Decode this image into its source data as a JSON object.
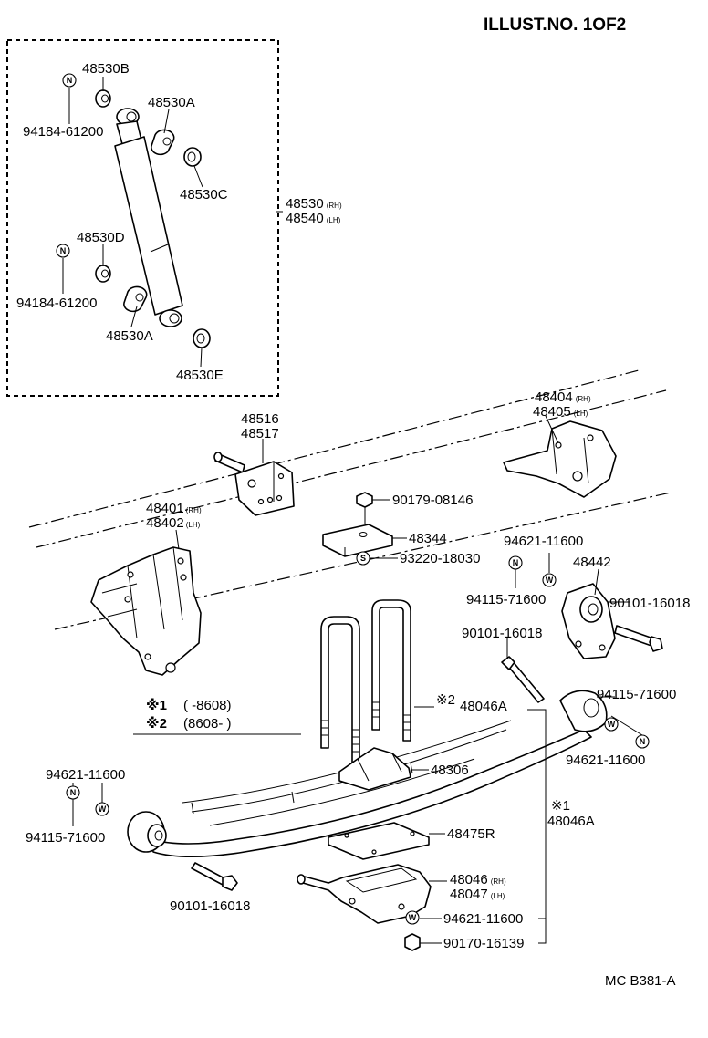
{
  "header": {
    "illust_no": "ILLUST.NO. 1OF2"
  },
  "footer": {
    "code": "MC B381-A"
  },
  "shock_absorber": {
    "parts": {
      "bushing_top": "48530B",
      "bushing_a_top": "48530A",
      "retainer_c": "48530C",
      "bushing_d": "48530D",
      "bushing_a_bottom": "48530A",
      "retainer_e": "48530E",
      "nut_top": "94184-61200",
      "nut_bottom": "94184-61200"
    },
    "assembly_rh": "48530",
    "assembly_rh_side": "(RH)",
    "assembly_lh": "48540",
    "assembly_lh_side": "(LH)"
  },
  "parts": {
    "shackle_rh": "48404",
    "shackle_rh_side": "(RH)",
    "shackle_lh": "48405",
    "shackle_lh_side": "(LH)",
    "pin_1": "48516",
    "pin_2": "48517",
    "bracket_rh": "48401",
    "bracket_rh_side": "(RH)",
    "bracket_lh": "48402",
    "bracket_lh_side": "(LH)",
    "bolt_top": "90179-08146",
    "bumper": "48344",
    "nut_s": "93220-18030",
    "washer_right_top": "94621-11600",
    "nut_right_top": "94115-71600",
    "bushing_right": "48442",
    "bolt_right_top": "90101-16018",
    "bolt_middle": "90101-16018",
    "ubolt_2": "48046A",
    "ubolt_2_mark": "※2",
    "nut_right_eye": "94115-71600",
    "washer_right_eye": "94621-11600",
    "spacer": "48306",
    "washer_left": "94621-11600",
    "nut_left": "94115-71600",
    "ubolt_1_mark": "※1",
    "ubolt_1": "48046A",
    "pad": "48475R",
    "seat_rh": "48046",
    "seat_rh_side": "(RH)",
    "seat_lh": "48047",
    "seat_lh_side": "(LH)",
    "bolt_left": "90101-16018",
    "washer_bottom": "94621-11600",
    "nut_bottom": "90170-16139"
  },
  "notes": {
    "note1_mark": "※1",
    "note1_range": "(      -8608)",
    "note2_mark": "※2",
    "note2_range": "(8608-        )"
  },
  "symbols": {
    "n": "N",
    "w": "W",
    "s": "S"
  }
}
